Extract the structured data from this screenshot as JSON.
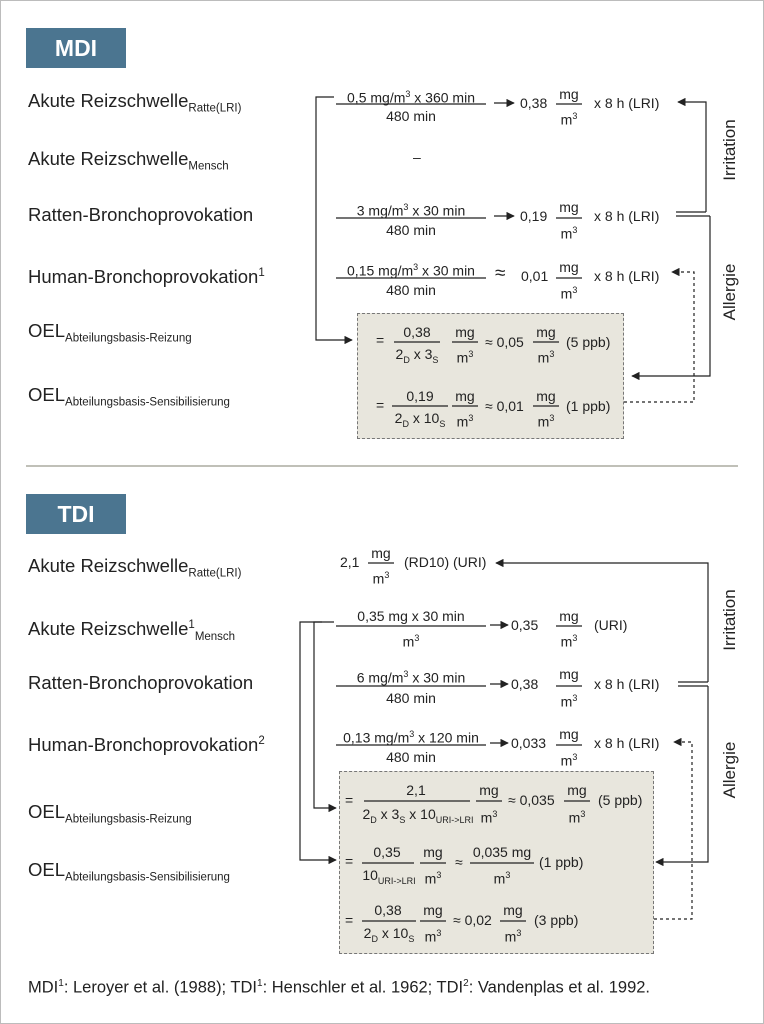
{
  "mdi": {
    "badge": "MDI",
    "rows": [
      {
        "label": "Akute Reizschwelle",
        "sub": "Ratte(LRI)"
      },
      {
        "label": "Akute Reizschwelle",
        "sub": "Mensch"
      },
      {
        "label": "Ratten-Bronchoprovokation"
      },
      {
        "label": "Human-Bronchoprovokation",
        "sup": "1"
      },
      {
        "label": "OEL",
        "sub": "Abteilungsbasis-Reizung"
      },
      {
        "label": "OEL",
        "sub": "Abteilungsbasis-Sensibilisierung"
      }
    ],
    "f1": {
      "num": "0,5 mg/m",
      "num_exp": "3",
      "num_rest": " x 360 min",
      "den": "480 min",
      "result": "0,38",
      "unit_num": "mg",
      "unit_den": "m",
      "unit_exp": "3",
      "tail": "x 8 h (LRI)"
    },
    "f2": {
      "text": "–"
    },
    "f3": {
      "num": "3 mg/m",
      "num_exp": "3",
      "num_rest": " x 30 min",
      "den": "480 min",
      "result": "0,19",
      "unit_num": "mg",
      "unit_den": "m",
      "unit_exp": "3",
      "tail": "x 8 h (LRI)"
    },
    "f4": {
      "num": "0,15 mg/m",
      "num_exp": "3",
      "num_rest": " x 30 min",
      "den": "480 min",
      "approx": "≈",
      "result": "0,01",
      "unit_num": "mg",
      "unit_den": "m",
      "unit_exp": "3",
      "tail": "x 8 h (LRI)"
    },
    "o1": {
      "eq": "=",
      "num": "0,38",
      "den_a": "2",
      "den_a_sub": "D",
      "den_b": " x 3",
      "den_b_sub": "S",
      "u1n": "mg",
      "u1d": "m",
      "u1e": "3",
      "approx": "≈ 0,05",
      "u2n": "mg",
      "u2d": "m",
      "u2e": "3",
      "ppb": "(5 ppb)"
    },
    "o2": {
      "eq": "=",
      "num": "0,19",
      "den_a": "2",
      "den_a_sub": "D",
      "den_b": " x 10",
      "den_b_sub": "S",
      "u1n": "mg",
      "u1d": "m",
      "u1e": "3",
      "approx": "≈ 0,01",
      "u2n": "mg",
      "u2d": "m",
      "u2e": "3",
      "ppb": "(1 ppb)"
    },
    "axis_irritation": "Irritation",
    "axis_allergie": "Allergie"
  },
  "tdi": {
    "badge": "TDI",
    "rows": [
      {
        "label": "Akute Reizschwelle",
        "sub": "Ratte(LRI)"
      },
      {
        "label": "Akute Reizschwelle",
        "sup": "1",
        "sub": "Mensch"
      },
      {
        "label": "Ratten-Bronchoprovokation"
      },
      {
        "label": "Human-Bronchoprovokation",
        "sup": "2"
      },
      {
        "label": "OEL",
        "sub": "Abteilungsbasis-Reizung"
      },
      {
        "label": "OEL",
        "sub": "Abteilungsbasis-Sensibilisierung"
      }
    ],
    "f1": {
      "val": "2,1",
      "unit_num": "mg",
      "unit_den": "m",
      "unit_exp": "3",
      "tail": "(RD10) (URI)"
    },
    "f2": {
      "num": "0,35 mg x 30 min",
      "den": "m",
      "den_exp": "3",
      "result": "0,35",
      "unit_num": "mg",
      "unit_den": "m",
      "unit_exp": "3",
      "tail": "(URI)"
    },
    "f3": {
      "num": "6 mg/m",
      "num_exp": "3",
      "num_rest": " x 30 min",
      "den": "480 min",
      "result": "0,38",
      "unit_num": "mg",
      "unit_den": "m",
      "unit_exp": "3",
      "tail": "x 8 h (LRI)"
    },
    "f4": {
      "num": "0,13 mg/m",
      "num_exp": "3",
      "num_rest": " x 120 min",
      "den": "480 min",
      "result": "0,033",
      "unit_num": "mg",
      "unit_den": "m",
      "unit_exp": "3",
      "tail": "x 8 h (LRI)"
    },
    "o1": {
      "eq": "=",
      "num": "2,1",
      "den_a": "2",
      "den_a_sub": "D",
      "den_b": " x 3",
      "den_b_sub": "S",
      "den_c": " x 10",
      "den_c_sub": "URI->LRI",
      "u1n": "mg",
      "u1d": "m",
      "u1e": "3",
      "approx": "≈ 0,035",
      "u2n": "mg",
      "u2d": "m",
      "u2e": "3",
      "ppb": "(5 ppb)"
    },
    "o2": {
      "eq": "=",
      "num": "0,35",
      "den_a": "10",
      "den_a_sub": "URI->LRI",
      "u1n": "mg",
      "u1d": "m",
      "u1e": "3",
      "approx": "≈",
      "r_num": "0,035 mg",
      "r_den": "m",
      "r_exp": "3",
      "ppb": "(1 ppb)"
    },
    "o3": {
      "eq": "=",
      "num": "0,38",
      "den_a": "2",
      "den_a_sub": "D",
      "den_b": " x 10",
      "den_b_sub": "S",
      "u1n": "mg",
      "u1d": "m",
      "u1e": "3",
      "approx": "≈ 0,02",
      "u2n": "mg",
      "u2d": "m",
      "u2e": "3",
      "ppb": "(3 ppb)"
    },
    "axis_irritation": "Irritation",
    "axis_allergie": "Allergie"
  },
  "footer": {
    "a": "MDI",
    "a_sup": "1",
    "a_text": ": Leroyer et al. (1988); TDI",
    "b_sup": "1",
    "b_text": ": Henschler et al. 1962; TDI",
    "c_sup": "2",
    "c_text": ": Vandenplas et al. 1992."
  }
}
